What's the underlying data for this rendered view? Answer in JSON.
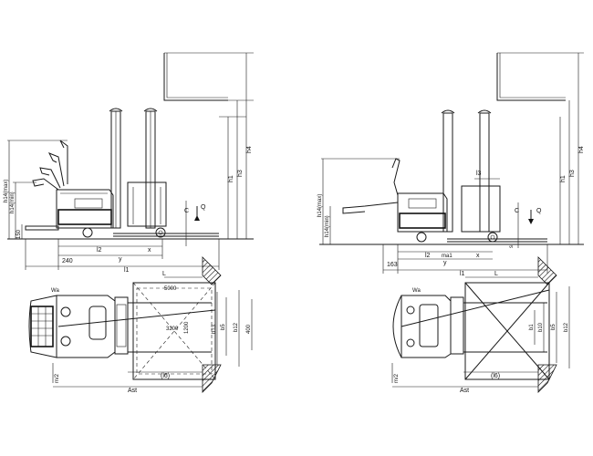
{
  "left_side_view": {
    "h4": "h4",
    "h3": "h3",
    "h1": "h1",
    "h14_max": "h14(max)",
    "h14_min": "h14(min)",
    "h13": "150",
    "C": "C",
    "Q": "Q",
    "l2": "l2",
    "x": "x",
    "y": "y",
    "l1": "l1",
    "dim240": "240"
  },
  "left_top_view": {
    "L": "L",
    "Wa": "Wa",
    "dim5000": "5000",
    "dim3200": "3200",
    "dim1200": "1200",
    "b13": "b13",
    "b5": "b5",
    "b12": "b12",
    "dim400": "400",
    "m2": "m/2",
    "l6": "(l6)",
    "Ast": "Ast"
  },
  "right_side_view": {
    "h4": "h4",
    "h3": "h3",
    "h1": "h1",
    "h14_max": "h14(max)",
    "h14_min": "h14(min)",
    "l3": "l3",
    "C": "C",
    "Q": "Q",
    "s": "s",
    "l2": "l2",
    "ma1": "ma1",
    "x": "x",
    "dim163": "163",
    "y": "y",
    "l1": "l1"
  },
  "right_top_view": {
    "L": "L",
    "Wa": "Wa",
    "b1": "b1",
    "b10": "b10",
    "b5": "b5",
    "b12": "b12",
    "m2": "m/2",
    "l6": "(l6)",
    "Ast": "Ast"
  }
}
